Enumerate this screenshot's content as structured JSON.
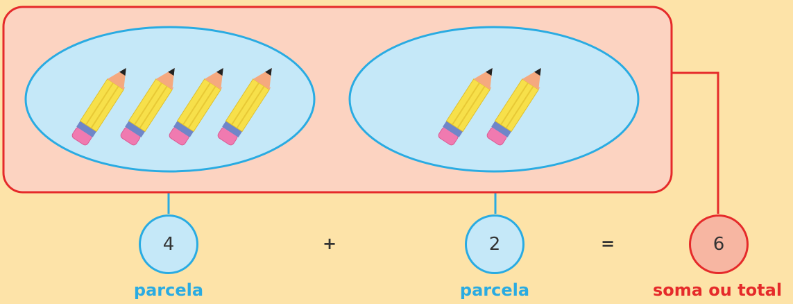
{
  "diagram": {
    "addend_1": {
      "value": "4",
      "label": "parcela",
      "pencils": 4
    },
    "plus_sign": "+",
    "addend_2": {
      "value": "2",
      "label": "parcela",
      "pencils": 2
    },
    "equals_sign": "=",
    "result": {
      "value": "6",
      "label": "soma ou total"
    }
  },
  "colors": {
    "background": "#fde3a8",
    "group_box_fill": "#fcd3c1",
    "group_box_stroke": "#e52a2a",
    "ellipse_fill": "#c5e8f8",
    "ellipse_stroke": "#29abe2",
    "addend_accent": "#29abe2",
    "result_accent": "#e52a2a",
    "pencil_body": "#f7e04a",
    "pencil_wood": "#f5a97f",
    "pencil_eraser": "#f07ab0",
    "pencil_band": "#6f86c8"
  }
}
